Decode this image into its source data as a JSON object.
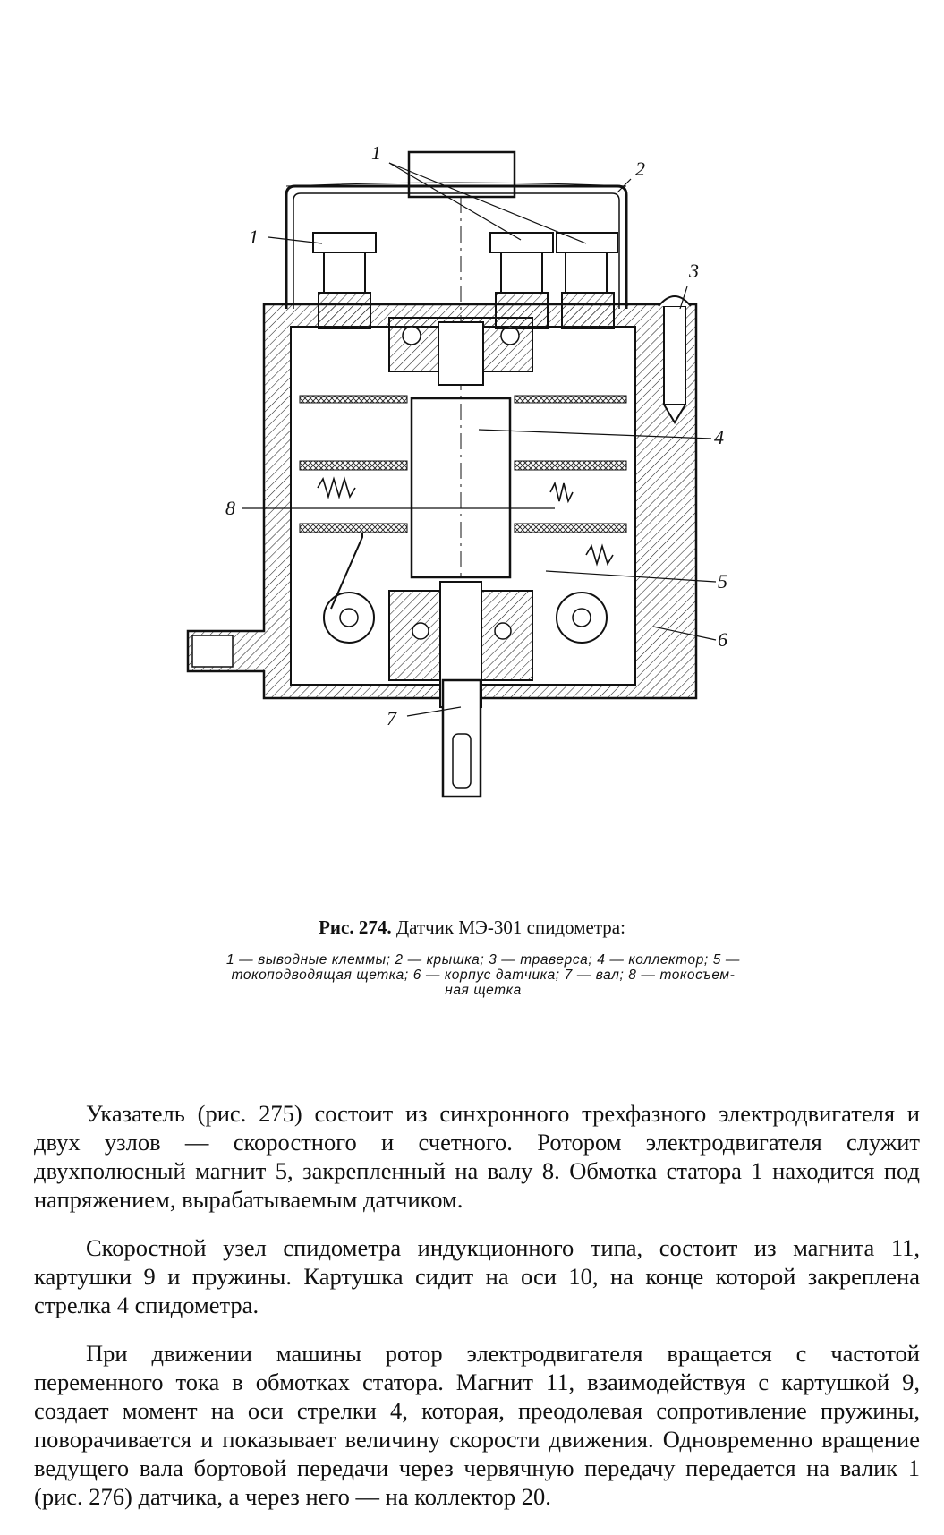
{
  "figure": {
    "callouts": [
      "1",
      "2",
      "3",
      "4",
      "5",
      "6",
      "7",
      "8"
    ]
  },
  "caption": {
    "prefix": "Рис. 274.",
    "title": "Датчик МЭ-301 спидометра:"
  },
  "legend": {
    "line1": "1 — выводные клеммы; 2 — крышка; 3 — траверса; 4 — коллектор; 5 —",
    "line2": "токоподводящая щетка; 6 — корпус датчика; 7 — вал; 8 — токосъем-",
    "line3": "ная щетка"
  },
  "paragraphs": [
    "Указатель (рис. 275) состоит из синхронного трехфазного электродвигателя и двух узлов — скоростного и счетного. Ротором электродвигателя служит двухполюсный магнит 5, закрепленный на валу 8. Обмотка статора 1 находится под напряжением, вырабатываемым датчиком.",
    "Скоростной узел спидометра индукционного типа, состоит из магнита 11, картушки 9 и пружины. Картушка сидит на оси 10, на конце которой закреплена стрелка 4 спидометра.",
    "При движении машины ротор электродвигателя вращается с частотой переменного тока в обмотках статора. Магнит 11, взаимодействуя с картушкой 9, создает момент на оси стрелки 4, которая, преодолевая сопротивление пружины, поворачивается и показывает величину скорости движения. Одновременно вращение ведущего вала бортовой передачи через червячную передачу передается на валик 1 (рис. 276) датчика, а через него — на коллектор 20."
  ]
}
